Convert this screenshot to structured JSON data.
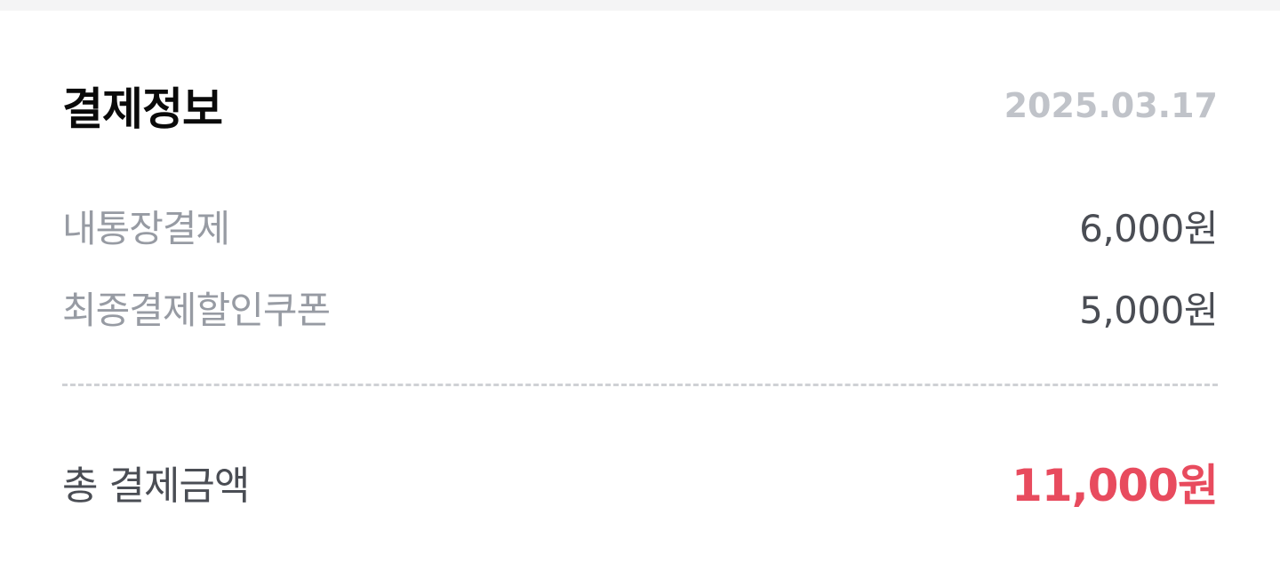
{
  "payment_info": {
    "title": "결제정보",
    "date": "2025.03.17",
    "items": [
      {
        "label": "내통장결제",
        "value": "6,000원"
      },
      {
        "label": "최종결제할인쿠폰",
        "value": "5,000원"
      }
    ],
    "total": {
      "label": "총 결제금액",
      "value": "11,000원"
    }
  },
  "colors": {
    "accent_total": "#e84b5e",
    "label_gray": "#979ba3",
    "value_dark": "#4a4d54",
    "date_gray": "#c0c3c9"
  }
}
